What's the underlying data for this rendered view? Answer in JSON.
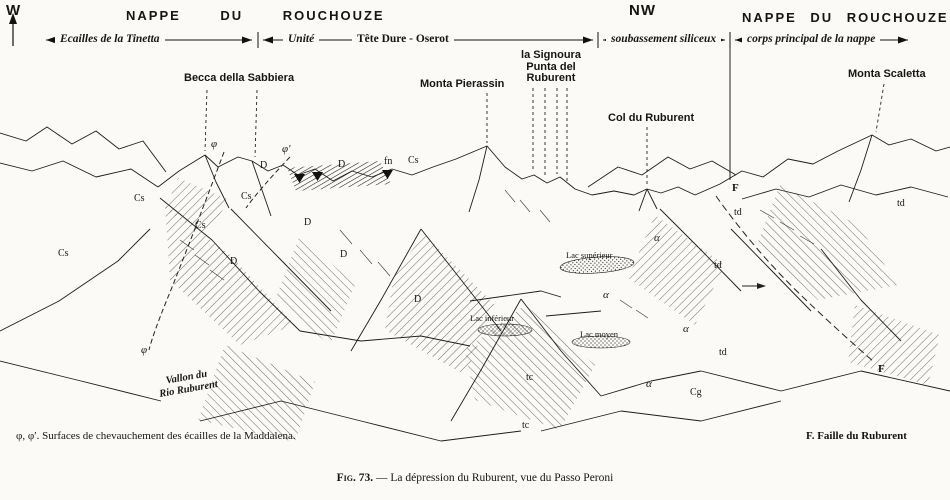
{
  "compass": {
    "west": "W",
    "northwest": "NW"
  },
  "header": {
    "nappe_left": "NAPPE DU ROUCHOUZE",
    "nappe_right": "NAPPE DU ROUCHOUZE",
    "span_tinetta": "Ecailles de la Tinetta",
    "span_unite": "Unité",
    "span_tete_dure": "Tête Dure - Oserot",
    "span_soubassement": "soubassement siliceux",
    "span_corps": "corps principal de la nappe"
  },
  "peaks": {
    "becca": "Becca della Sabbiera",
    "pierassin": "Monta Pierassin",
    "signoura_1": "la Signoura",
    "signoura_2": "Punta del",
    "signoura_3": "Ruburent",
    "col": "Col du Ruburent",
    "scaletta": "Monta Scaletta"
  },
  "lakes": {
    "superieur": "Lac supérieur",
    "inferieur": "Lac inférieur",
    "moyen": "Lac moyen"
  },
  "valley": {
    "line1": "Vallon du",
    "line2": "Rio Ruburent"
  },
  "units": [
    {
      "t": "Cs"
    },
    {
      "t": "Cs"
    },
    {
      "t": "Cs"
    },
    {
      "t": "Cs"
    },
    {
      "t": "Cs"
    },
    {
      "t": "D"
    },
    {
      "t": "D"
    },
    {
      "t": "D"
    },
    {
      "t": "D"
    },
    {
      "t": "D"
    },
    {
      "t": "D"
    },
    {
      "t": "fn"
    },
    {
      "t": "φ"
    },
    {
      "t": "φ′"
    },
    {
      "t": "φ"
    },
    {
      "t": "td"
    },
    {
      "t": "td"
    },
    {
      "t": "td"
    },
    {
      "t": "td"
    },
    {
      "t": "α"
    },
    {
      "t": "α"
    },
    {
      "t": "α"
    },
    {
      "t": "α"
    },
    {
      "t": "tc"
    },
    {
      "t": "tc"
    },
    {
      "t": "Cg"
    },
    {
      "t": "F"
    },
    {
      "t": "F"
    }
  ],
  "legend": {
    "phi": "φ, φ′. Surfaces de chevauchement des écailles de la Maddalena.",
    "fault": "F. Faille du Ruburent"
  },
  "caption": {
    "fig": "Fig. 73.",
    "text": "— La dépression du Ruburent, vue du Passo Peroni"
  }
}
